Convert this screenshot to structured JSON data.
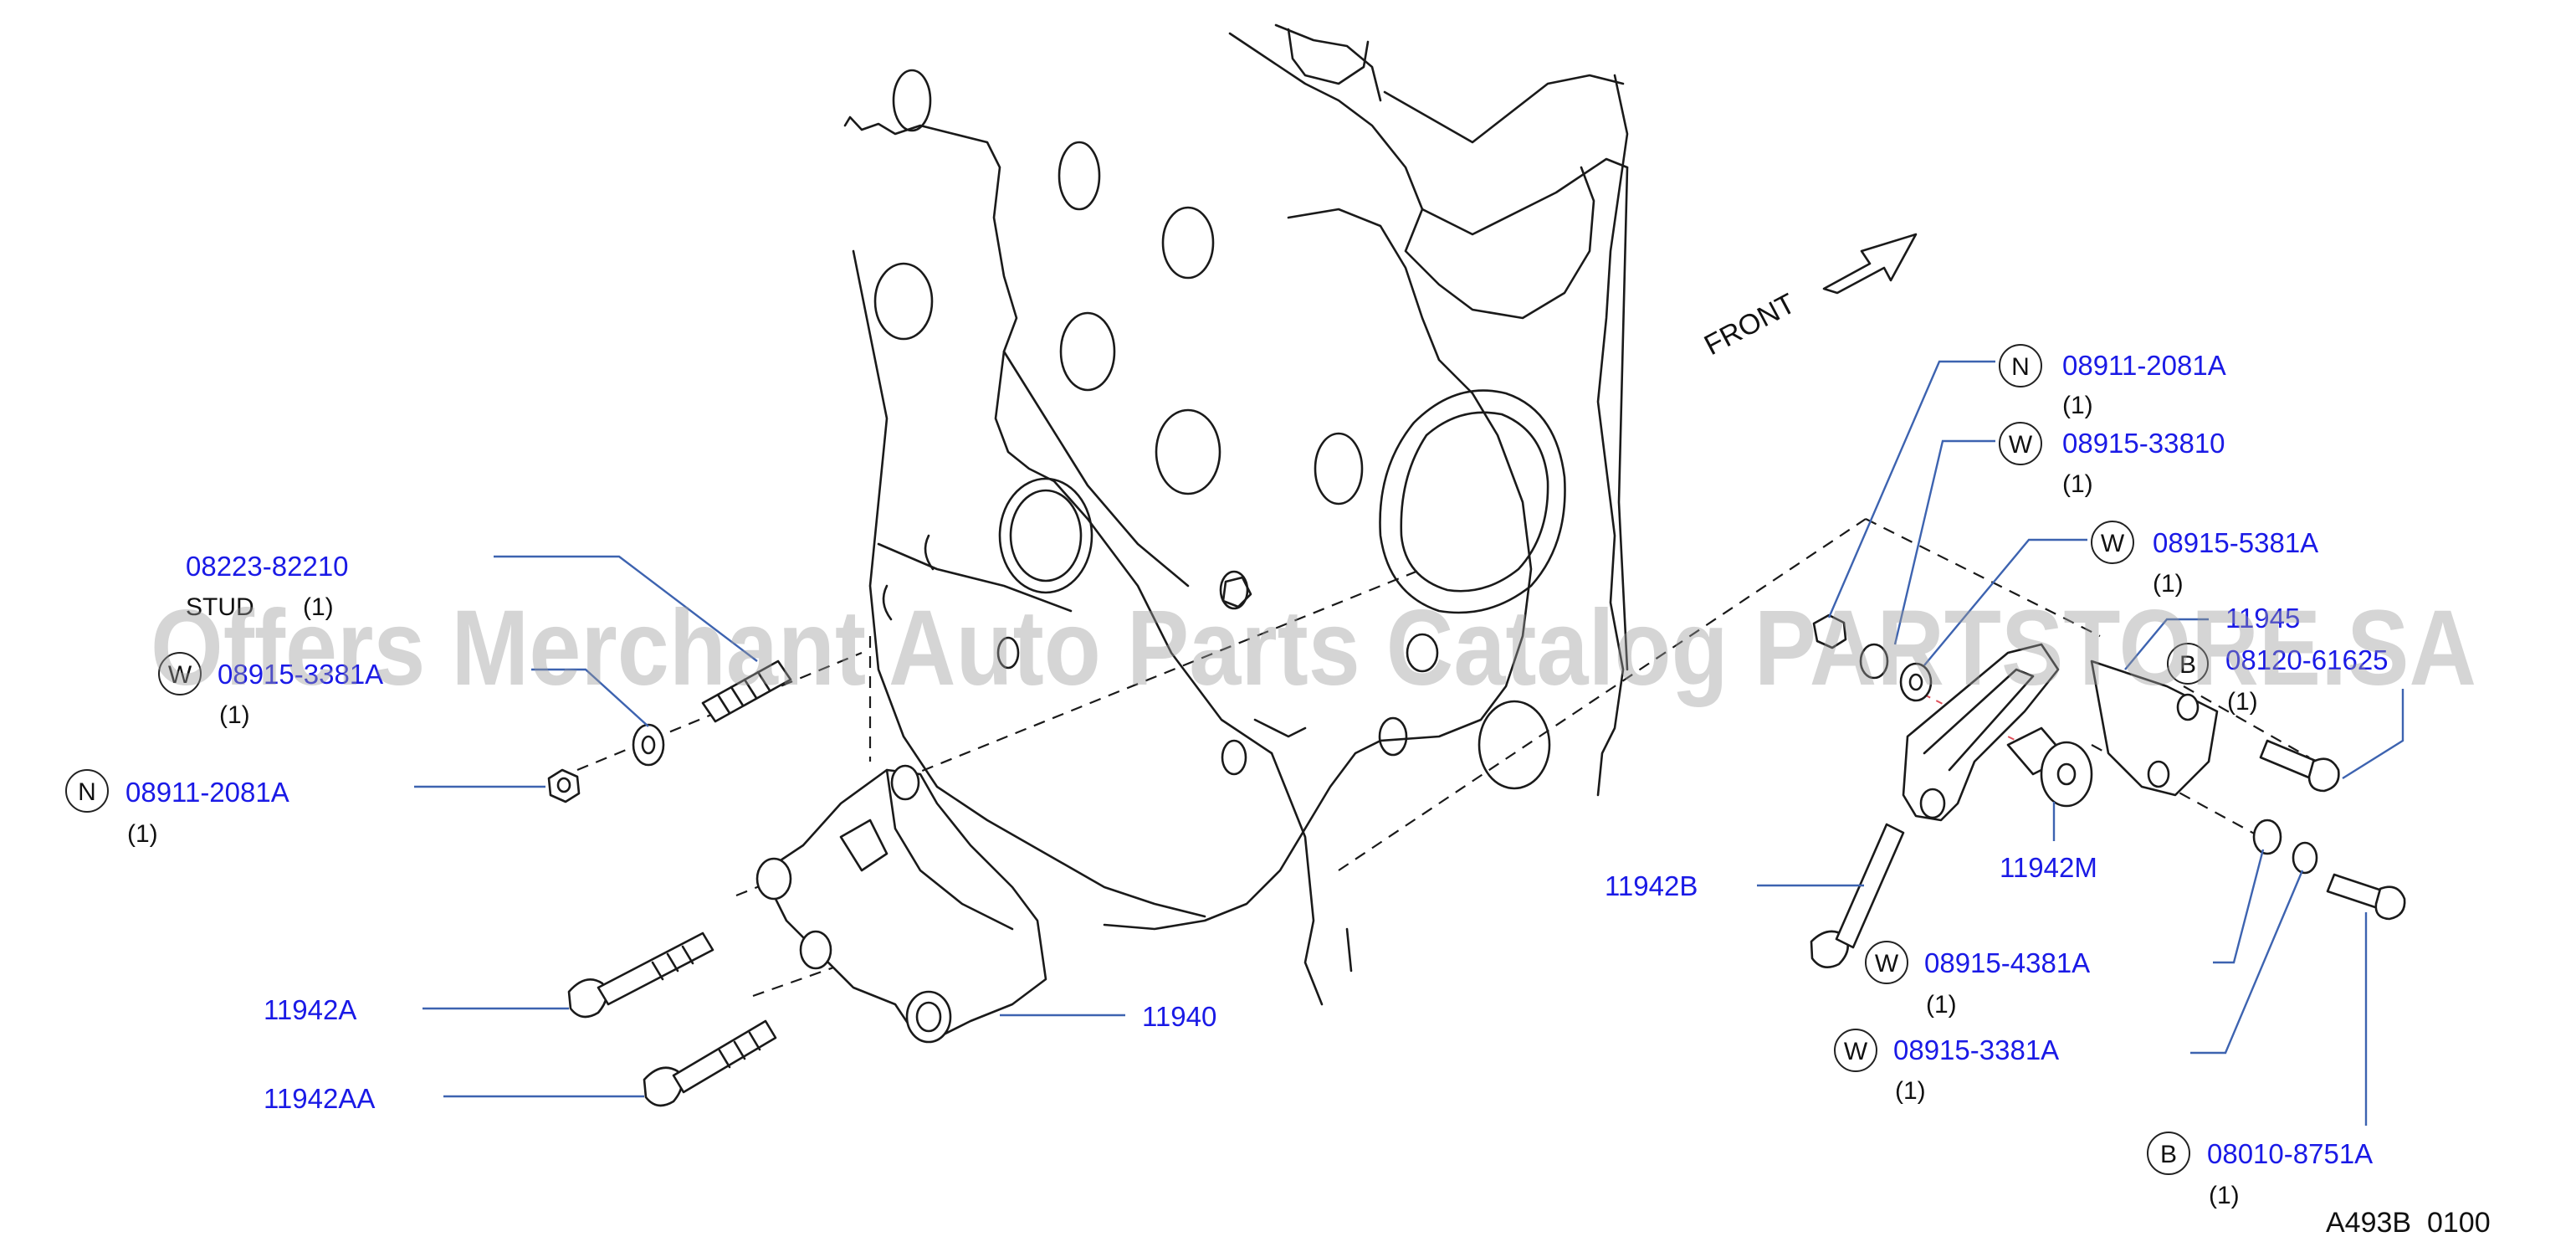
{
  "watermark": "Offers Merchant Auto Parts Catalog PARTSTORE.SA",
  "diagram_code": "A493B  0100",
  "front_label": "FRONT",
  "colors": {
    "part_number": "#1a1ae6",
    "leader_line": "#3d63b0",
    "ink": "#1a1a1a",
    "center_line": "#e0505a"
  },
  "callouts": {
    "left_stud": {
      "part": "08223-82210",
      "desc": "STUD",
      "qty": "(1)"
    },
    "left_washer": {
      "badge": "W",
      "part": "08915-3381A",
      "qty": "(1)"
    },
    "left_nut": {
      "badge": "N",
      "part": "08911-2081A",
      "qty": "(1)"
    },
    "bolt_11942a": {
      "part": "11942A"
    },
    "bolt_11942aa": {
      "part": "11942AA"
    },
    "bracket_11940": {
      "part": "11940"
    },
    "right_nut": {
      "badge": "N",
      "part": "08911-2081A",
      "qty": "(1)"
    },
    "right_washer_top": {
      "badge": "W",
      "part": "08915-33810",
      "qty": "(1)"
    },
    "right_washer_mid": {
      "badge": "W",
      "part": "08915-5381A",
      "qty": "(1)"
    },
    "bracket_11945": {
      "part": "11945"
    },
    "bolt_08120": {
      "badge": "B",
      "part": "08120-61625",
      "qty": "(1)"
    },
    "pulley_11942m": {
      "part": "11942M"
    },
    "bolt_11942b": {
      "part": "11942B"
    },
    "washer_4381a": {
      "badge": "W",
      "part": "08915-4381A",
      "qty": "(1)"
    },
    "washer_3381a": {
      "badge": "W",
      "part": "08915-3381A",
      "qty": "(1)"
    },
    "bolt_08010": {
      "badge": "B",
      "part": "08010-8751A",
      "qty": "(1)"
    }
  }
}
